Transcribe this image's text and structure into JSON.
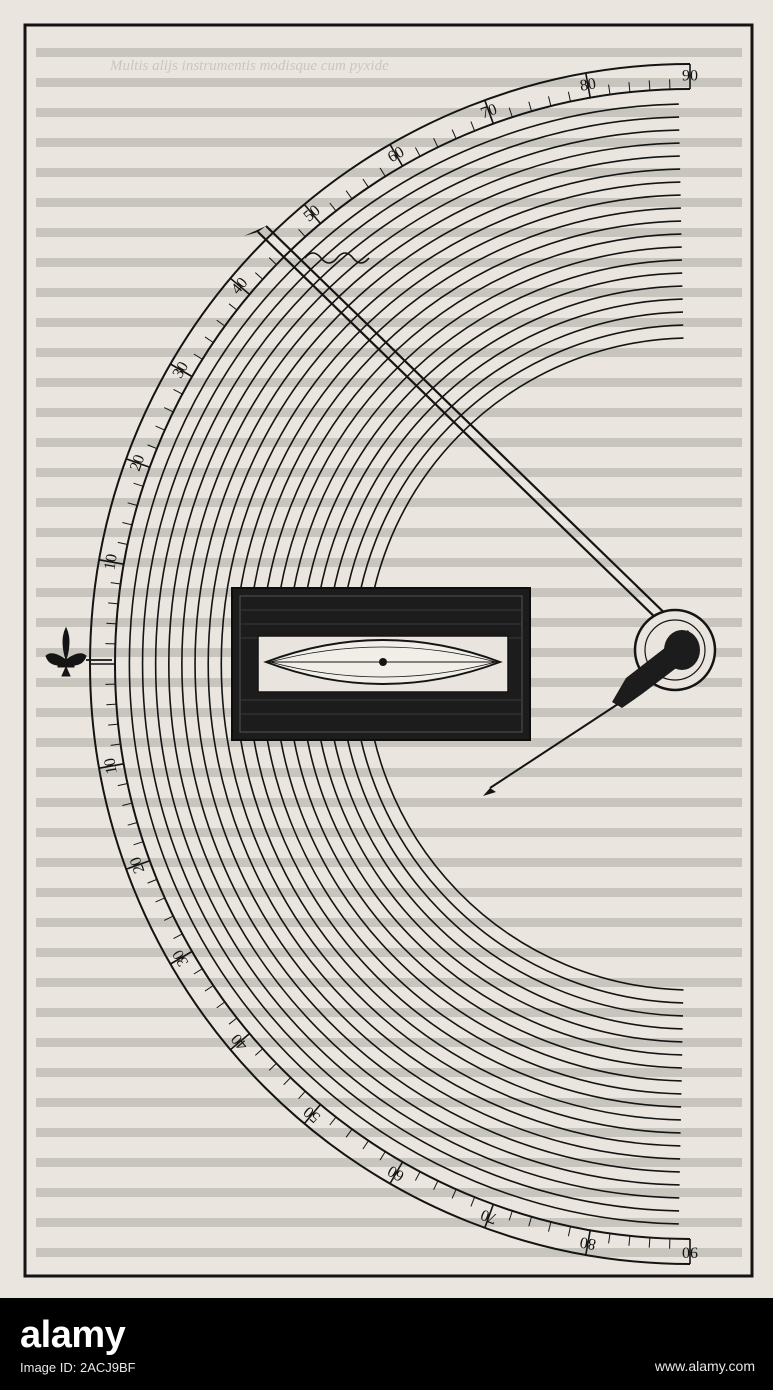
{
  "page": {
    "bleed_text": "Multis alijs instrumentis modisque cum pyxide"
  },
  "scale": {
    "upper_labels": [
      "10",
      "20",
      "30",
      "40",
      "50",
      "60",
      "70",
      "80",
      "90"
    ],
    "lower_labels": [
      "10",
      "20",
      "30",
      "40",
      "50",
      "60",
      "70",
      "80",
      "90"
    ]
  },
  "colors": {
    "ink": "#141414",
    "paper": "#eae6df",
    "footer_bg": "#000000"
  },
  "footer": {
    "brand": "alamy",
    "image_id": "Image ID: 2ACJ9BF",
    "url": "www.alamy.com"
  }
}
